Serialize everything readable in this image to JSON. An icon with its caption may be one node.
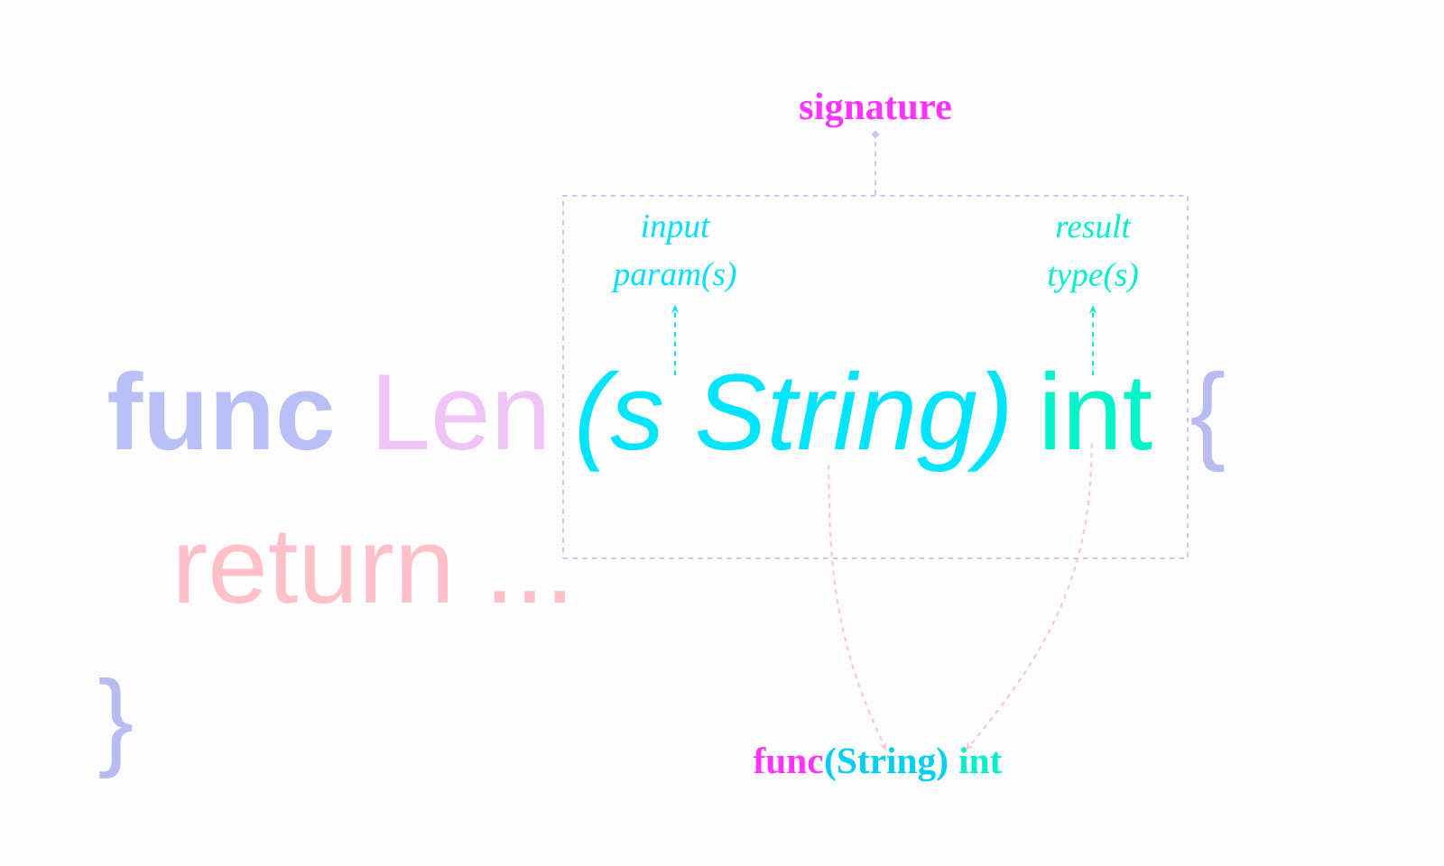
{
  "diagram": {
    "nodes": [
      {
        "text": [
          "signature"
        ]
      },
      {
        "text": [],
        "shape": "box"
      },
      {
        "text": [
          "input param(s)"
        ],
        "in": 1
      },
      {
        "text": [
          "result type(s)"
        ],
        "in": 1
      },
      {
        "text": [
          "(s String)"
        ],
        "in": 1
      },
      {
        "text": [
          "int"
        ],
        "in": 1
      },
      {
        "text": [
          "(String)"
        ]
      },
      {
        "text": [
          "int"
        ]
      }
    ],
    "edges": [
      {
        "from": 1,
        "to": 0,
        "arrow": "other",
        "style": "dashed",
        "color": "#c8c8f8"
      },
      {
        "from": 4,
        "to": 2,
        "arrow": "to",
        "style": "dashed",
        "color": "#00e1ff"
      },
      {
        "from": 5,
        "to": 3,
        "arrow": "to",
        "style": "dashed",
        "color": "#00f0cc"
      },
      {
        "from": 4,
        "to": 6,
        "arrow": "to",
        "style": "dashed",
        "color": "#ffc2cc"
      },
      {
        "from": 5,
        "to": 7,
        "arrow": "to",
        "style": "dashed",
        "color": "#ffc2cc"
      }
    ],
    "labels": [
      "func",
      "Len",
      "{",
      "return ...",
      "}",
      "func"
    ]
  }
}
